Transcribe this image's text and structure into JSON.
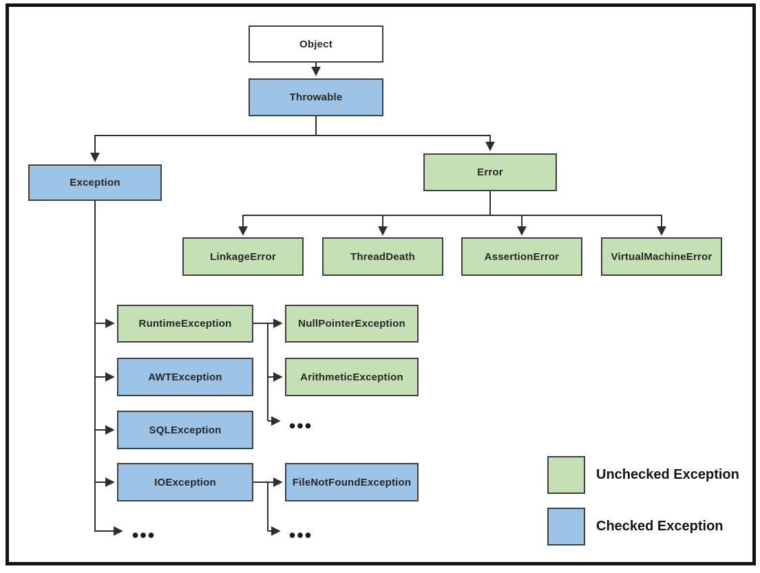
{
  "colors": {
    "unchecked_fill": "#c5e0b4",
    "checked_fill": "#9dc3e6",
    "root_fill": "#ffffff",
    "box_border": "#3f3f3f",
    "line": "#2f2f2f",
    "frame": "#141414"
  },
  "nodes": {
    "object": {
      "label": "Object",
      "type": "root"
    },
    "throwable": {
      "label": "Throwable",
      "type": "checked"
    },
    "exception": {
      "label": "Exception",
      "type": "checked"
    },
    "error": {
      "label": "Error",
      "type": "unchecked"
    },
    "linkage_error": {
      "label": "LinkageError",
      "type": "unchecked"
    },
    "thread_death": {
      "label": "ThreadDeath",
      "type": "unchecked"
    },
    "assertion_error": {
      "label": "AssertionError",
      "type": "unchecked"
    },
    "virtual_machine_error": {
      "label": "VirtualMachineError",
      "type": "unchecked"
    },
    "runtime_exception": {
      "label": "RuntimeException",
      "type": "unchecked"
    },
    "awt_exception": {
      "label": "AWTException",
      "type": "checked"
    },
    "sql_exception": {
      "label": "SQLException",
      "type": "checked"
    },
    "io_exception": {
      "label": "IOException",
      "type": "checked"
    },
    "null_pointer_exception": {
      "label": "NullPointerException",
      "type": "unchecked"
    },
    "arithmetic_exception": {
      "label": "ArithmeticException",
      "type": "unchecked"
    },
    "file_not_found_exception": {
      "label": "FileNotFoundException",
      "type": "checked"
    }
  },
  "edges": [
    {
      "from": "object",
      "to": "throwable"
    },
    {
      "from": "throwable",
      "to": "exception"
    },
    {
      "from": "throwable",
      "to": "error"
    },
    {
      "from": "error",
      "to": "linkage_error"
    },
    {
      "from": "error",
      "to": "thread_death"
    },
    {
      "from": "error",
      "to": "assertion_error"
    },
    {
      "from": "error",
      "to": "virtual_machine_error"
    },
    {
      "from": "exception",
      "to": "runtime_exception"
    },
    {
      "from": "exception",
      "to": "awt_exception"
    },
    {
      "from": "exception",
      "to": "sql_exception"
    },
    {
      "from": "exception",
      "to": "io_exception"
    },
    {
      "from": "exception",
      "to": "ellipsis"
    },
    {
      "from": "runtime_exception",
      "to": "null_pointer_exception"
    },
    {
      "from": "runtime_exception",
      "to": "arithmetic_exception"
    },
    {
      "from": "runtime_exception",
      "to": "ellipsis"
    },
    {
      "from": "io_exception",
      "to": "file_not_found_exception"
    },
    {
      "from": "io_exception",
      "to": "ellipsis"
    }
  ],
  "ellipsis": "•••",
  "legend": {
    "unchecked_label": "Unchecked Exception",
    "checked_label": "Checked Exception"
  }
}
